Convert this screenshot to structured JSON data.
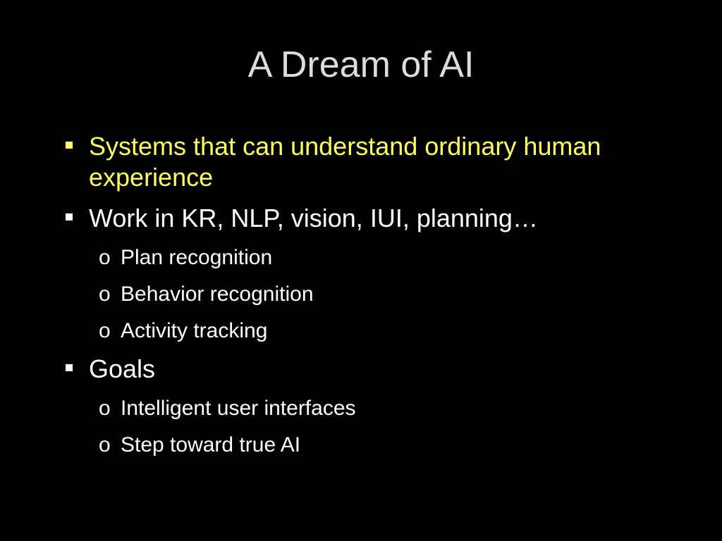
{
  "slide": {
    "title": "A Dream of AI",
    "background": "#000000",
    "accent_color": "#ffff66",
    "bullets": [
      {
        "text": "Systems that can understand ordinary human experience",
        "highlighted": true,
        "marker_icon": "square-bullet",
        "sub": []
      },
      {
        "text": "Work in KR, NLP, vision, IUI, planning…",
        "highlighted": false,
        "marker_icon": "square-bullet",
        "sub": [
          {
            "marker": "o",
            "text": "Plan recognition"
          },
          {
            "marker": "o",
            "text": "Behavior recognition"
          },
          {
            "marker": "o",
            "text": "Activity tracking"
          }
        ]
      },
      {
        "text": "Goals",
        "highlighted": false,
        "marker_icon": "square-bullet",
        "sub": [
          {
            "marker": "o",
            "text": "Intelligent user interfaces"
          },
          {
            "marker": "o",
            "text": "Step toward true AI"
          }
        ]
      }
    ]
  }
}
